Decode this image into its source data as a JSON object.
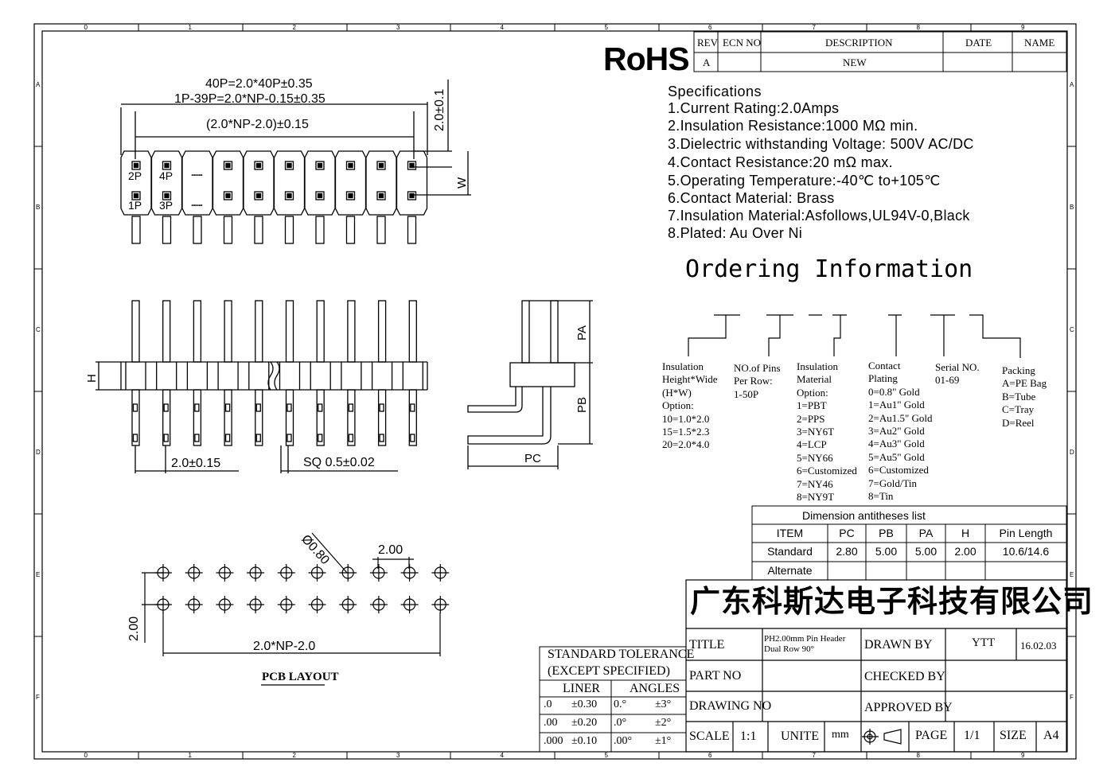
{
  "frame": {
    "top_grid": [
      "0",
      "1",
      "2",
      "3",
      "4",
      "5",
      "6",
      "7",
      "8",
      "9"
    ],
    "side_grid": [
      "A",
      "B",
      "C",
      "D",
      "E",
      "F"
    ]
  },
  "rohs": "RoHS",
  "revision": {
    "headers": [
      "REV",
      "ECN NO",
      "DESCRIPTION",
      "DATE",
      "NAME"
    ],
    "row": [
      "A",
      "",
      "NEW",
      "",
      ""
    ]
  },
  "top_view": {
    "dim1": "40P=2.0*40P±0.35",
    "dim2": "1P-39P=2.0*NP-0.15±0.35",
    "dim3": "(2.0*NP-2.0)±0.15",
    "dim_v": "2.0±0.1",
    "dim_w": "W",
    "labels": [
      "2P",
      "4P",
      "1P",
      "3P"
    ],
    "dots": "......"
  },
  "front_view": {
    "h": "H",
    "pitch": "2.0±0.15",
    "sq": "SQ 0.5±0.02"
  },
  "side_view": {
    "pa": "PA",
    "pb": "PB",
    "pc": "PC"
  },
  "pcb": {
    "hole": "Ø0.80",
    "pitch": "2.00",
    "row_pitch": "2.00",
    "span": "2.0*NP-2.0",
    "title": "PCB LAYOUT"
  },
  "specs": {
    "heading": "Specifications",
    "items": [
      "1.Current  Rating:2.0Amps",
      "2.Insulation  Resistance:1000  MΩ  min.",
      "3.Dielectric  withstanding  Voltage:    500V AC/DC",
      "4.Contact  Resistance:20  mΩ  max.",
      "5.Operating  Temperature:-40℃  to+105℃",
      "6.Contact  Material:  Brass",
      "7.Insulation  Material:Asfollows,UL94V-0,Black",
      "8.Plated:  Au  Over  Ni"
    ]
  },
  "ordering": {
    "title": "Ordering  Information",
    "col1": [
      "Insulation",
      "Height*Wide",
      "(H*W)",
      "Option:",
      "10=1.0*2.0",
      "15=1.5*2.3",
      "20=2.0*4.0"
    ],
    "col2": [
      "NO.of Pins",
      "Per Row:",
      "1-50P"
    ],
    "col3": [
      "Insulation",
      "Material",
      "Option:",
      "1=PBT",
      "2=PPS",
      "3=NY6T",
      "4=LCP",
      "5=NY66",
      "6=Customized",
      "7=NY46",
      "8=NY9T"
    ],
    "col4": [
      "Contact",
      "Plating",
      "0=0.8\" Gold",
      "1=Au1\" Gold",
      "2=Au1.5\" Gold",
      "3=Au2\" Gold",
      "4=Au3\" Gold",
      "5=Au5\" Gold",
      "6=Customized",
      "7=Gold/Tin",
      "8=Tin"
    ],
    "col5": [
      "Serial NO.",
      "01-69"
    ],
    "col6": [
      "Packing",
      "A=PE Bag",
      "B=Tube",
      "C=Tray",
      "D=Reel"
    ]
  },
  "dim_list": {
    "title": "Dimension antitheses list",
    "headers": [
      "ITEM",
      "PC",
      "PB",
      "PA",
      "H",
      "Pin Length"
    ],
    "standard": [
      "Standard",
      "2.80",
      "5.00",
      "5.00",
      "2.00",
      "10.6/14.6"
    ],
    "alternate": [
      "Alternate",
      "",
      "",
      "",
      "",
      ""
    ]
  },
  "company": "广东科斯达电子科技有限公司",
  "title_block": {
    "title_label": "TITLE",
    "title_value_1": "PH2.00mm Pin Header",
    "title_value_2": "Dual Row 90°",
    "drawn_by_label": "DRAWN BY",
    "drawn_by": "YTT",
    "date": "16.02.03",
    "part_no_label": "PART NO",
    "checked_by_label": "CHECKED BY",
    "drawing_no_label": "DRAWING NO",
    "approved_by_label": "APPROVED BY",
    "scale_label": "SCALE",
    "scale": "1:1",
    "unite_label": "UNITE",
    "unite": "mm",
    "page_label": "PAGE",
    "page": "1/1",
    "size_label": "SIZE",
    "size": "A4"
  },
  "tolerance": {
    "title1": "STANDARD  TOLERANCE",
    "title2": "(EXCEPT   SPECIFIED)",
    "liner": "LINER",
    "angles": "ANGLES",
    "rows": [
      [
        ".0",
        "±0.30",
        "0.°",
        "±3°"
      ],
      [
        ".00",
        "±0.20",
        ".0°",
        "±2°"
      ],
      [
        ".000",
        "±0.10",
        ".00°",
        "±1°"
      ]
    ]
  }
}
